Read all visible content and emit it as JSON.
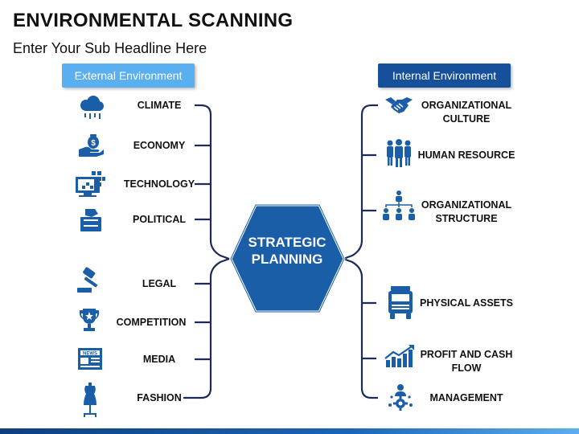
{
  "header": {
    "title": "ENVIRONMENTAL SCANNING",
    "subtitle": "Enter Your Sub Headline Here"
  },
  "external": {
    "heading": "External Environment",
    "items": [
      {
        "label": "CLIMATE",
        "icon": "cloud-rain-icon"
      },
      {
        "label": "ECONOMY",
        "icon": "money-hand-icon"
      },
      {
        "label": "TECHNOLOGY",
        "icon": "computer-icon"
      },
      {
        "label": "POLITICAL",
        "icon": "ballot-box-icon"
      },
      {
        "label": "LEGAL",
        "icon": "gavel-icon"
      },
      {
        "label": "COMPETITION",
        "icon": "trophy-icon"
      },
      {
        "label": "MEDIA",
        "icon": "newspaper-icon"
      },
      {
        "label": "FASHION",
        "icon": "dress-form-icon"
      }
    ]
  },
  "center": {
    "label": "STRATEGIC PLANNING",
    "line1": "STRATEGIC",
    "line2": "PLANNING"
  },
  "internal": {
    "heading": "Internal Environment",
    "items": [
      {
        "line1": "ORGANIZATIONAL",
        "line2": "CULTURE",
        "icon": "handshake-icon"
      },
      {
        "line1": "HUMAN RESOURCE",
        "line2": "",
        "icon": "people-icon"
      },
      {
        "line1": "ORGANIZATIONAL",
        "line2": "STRUCTURE",
        "icon": "org-chart-icon"
      },
      {
        "line1": "PHYSICAL ASSETS",
        "line2": "",
        "icon": "truck-icon"
      },
      {
        "line1": "PROFIT AND CASH",
        "line2": "FLOW",
        "icon": "growth-chart-icon"
      },
      {
        "line1": "MANAGEMENT",
        "line2": "",
        "icon": "manager-gear-icon"
      }
    ]
  },
  "colors": {
    "primary": "#17509a",
    "light": "#5aaff0",
    "line": "#1d2b57",
    "icon": "#1a5ea8"
  }
}
